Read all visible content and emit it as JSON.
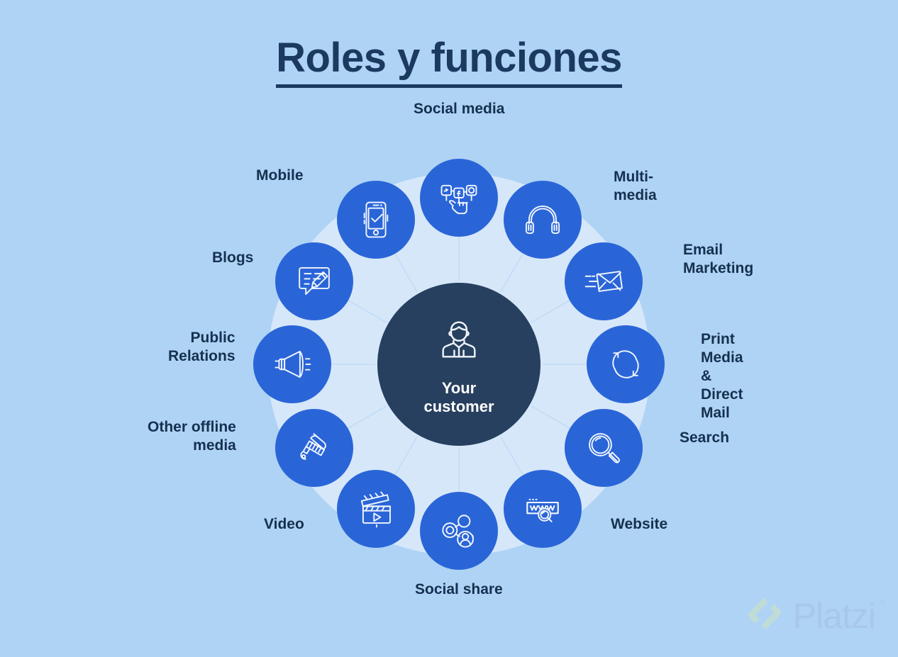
{
  "page": {
    "title": "Roles y funciones",
    "background_color": "#aed3f5",
    "title_color": "#1b3a5e",
    "node_color": "#2a65d8",
    "center_color": "#27405f",
    "ring_color": "#d6e7fa",
    "label_color": "#16304f"
  },
  "center": {
    "label": "Your\ncustomer",
    "icon": "customer-person-icon"
  },
  "nodes": [
    {
      "id": "social-media",
      "label": "Social media",
      "icon": "social-media-hand-icon",
      "angle_deg": 270
    },
    {
      "id": "multi-media",
      "label": "Multi-media",
      "icon": "headphones-icon",
      "angle_deg": 300
    },
    {
      "id": "email-marketing",
      "label": "Email\nMarketing",
      "icon": "envelope-send-icon",
      "angle_deg": 330
    },
    {
      "id": "print-media",
      "label": "Print Media &\nDirect Mail",
      "icon": "refresh-cycle-icon",
      "angle_deg": 0
    },
    {
      "id": "search",
      "label": "Search",
      "icon": "magnifier-icon",
      "angle_deg": 30
    },
    {
      "id": "website",
      "label": "Website",
      "icon": "www-search-bar-icon",
      "angle_deg": 60
    },
    {
      "id": "social-share",
      "label": "Social share",
      "icon": "network-share-icon",
      "angle_deg": 90
    },
    {
      "id": "video",
      "label": "Video",
      "icon": "clapperboard-play-icon",
      "angle_deg": 120
    },
    {
      "id": "other-offline",
      "label": "Other offline\nmedia",
      "icon": "paintbrush-icon",
      "angle_deg": 150
    },
    {
      "id": "public-relations",
      "label": "Public\nRelations",
      "icon": "megaphone-icon",
      "angle_deg": 180
    },
    {
      "id": "blogs",
      "label": "Blogs",
      "icon": "blog-pencil-icon",
      "angle_deg": 210
    },
    {
      "id": "mobile",
      "label": "Mobile",
      "icon": "smartphone-check-icon",
      "angle_deg": 240
    }
  ],
  "watermark": {
    "text": "Platzi",
    "registered": "®",
    "icon": "platzi-diamond-logo"
  }
}
